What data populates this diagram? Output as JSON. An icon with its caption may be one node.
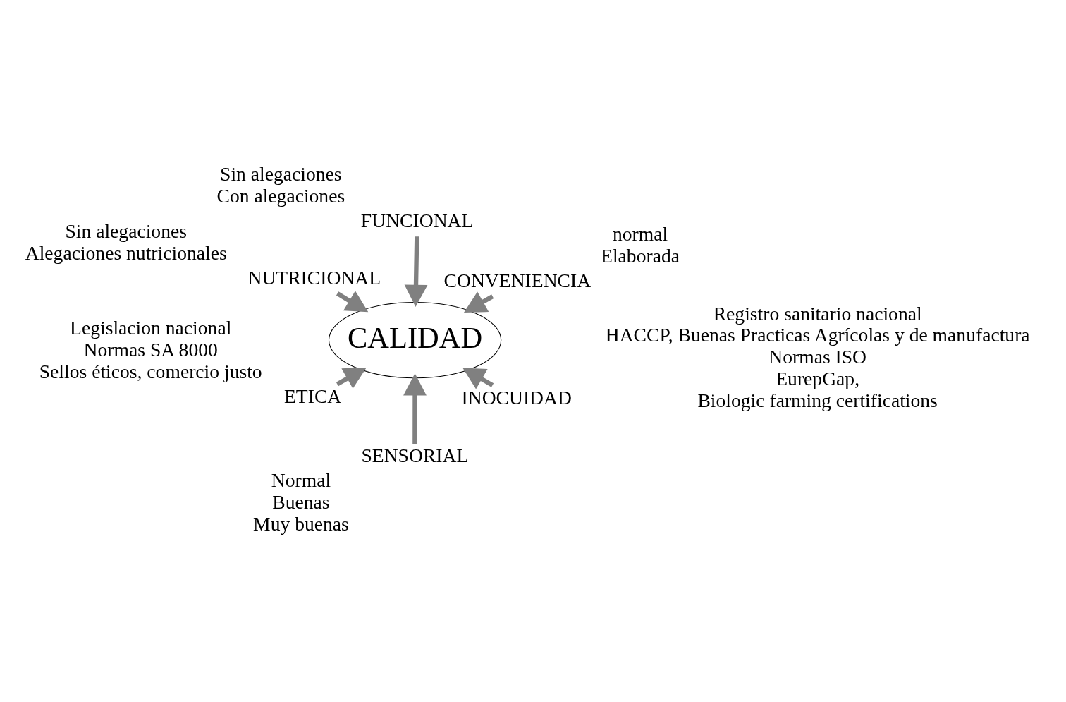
{
  "diagram": {
    "nodes": [
      {
        "text": [
          "CALIDAD"
        ]
      },
      {
        "text": [
          "INOCUIDAD"
        ],
        "beside": [
          "Registro sanitario nacional",
          "HACCP, Buenas Practicas Agrícolas y de manufactura",
          "Normas ISO",
          "EurepGap,",
          "Biologic farming certifications"
        ]
      },
      {
        "text": [
          "SENSORIAL"
        ],
        "beside": [
          "Normal",
          "Buenas",
          "Muy buenas"
        ]
      },
      {
        "text": [
          "NUTRICIONAL"
        ],
        "beside": [
          "Sin alegaciones",
          "Alegaciones nutricionales"
        ]
      },
      {
        "text": [
          "CONVENIENCIA"
        ],
        "beside": [
          "normal",
          "Elaborada"
        ]
      },
      {
        "text": [
          "FUNCIONAL"
        ],
        "beside": [
          "Sin alegaciones",
          "Con alegaciones"
        ]
      },
      {
        "text": [
          "ETICA"
        ],
        "beside": [
          "Legislacion nacional",
          "Normas SA 8000",
          "Sellos éticos, comercio justo"
        ]
      }
    ],
    "edges": [
      {
        "from": 1,
        "to": 0,
        "arrow": "to"
      },
      {
        "from": 2,
        "to": 0,
        "arrow": "to"
      },
      {
        "from": 3,
        "to": 0,
        "arrow": "to"
      },
      {
        "from": 4,
        "to": 0,
        "arrow": "to"
      },
      {
        "from": 5,
        "to": 0,
        "arrow": "to"
      },
      {
        "from": 6,
        "to": 0,
        "arrow": "to"
      }
    ]
  }
}
